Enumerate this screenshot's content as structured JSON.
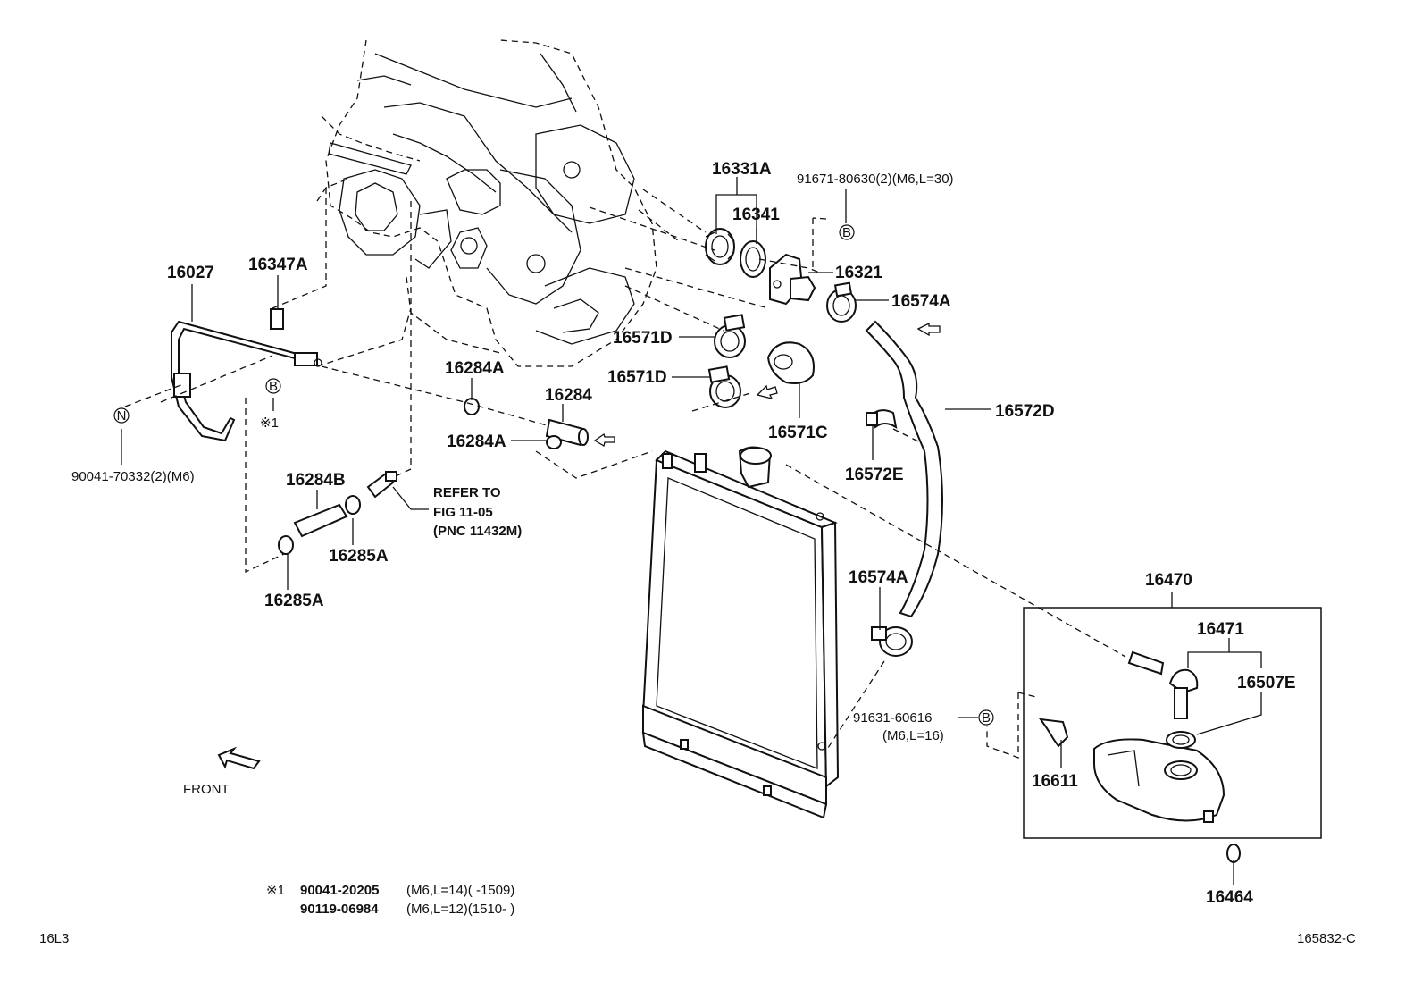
{
  "labels": {
    "p16331A": "16331A",
    "p16341": "16341",
    "p91671": "91671-80630(2)(M6,L=30)",
    "p16321": "16321",
    "p16574A_top": "16574A",
    "p16571D_a": "16571D",
    "p16571D_b": "16571D",
    "p16571C": "16571C",
    "p16572D": "16572D",
    "p16572E": "16572E",
    "p16574A_mid": "16574A",
    "p16470": "16470",
    "p16471": "16471",
    "p16507E": "16507E",
    "p91631_a": "91631-60616",
    "p91631_b": "(M6,L=16)",
    "p16611": "16611",
    "p16464": "16464",
    "p16027": "16027",
    "p16347A": "16347A",
    "p90041": "90041-70332(2)(M6)",
    "p_note1": "※1",
    "p16284A_a": "16284A",
    "p16284": "16284",
    "p16284A_b": "16284A",
    "p16284B": "16284B",
    "p16285A_a": "16285A",
    "p16285A_b": "16285A",
    "refer1": "REFER TO",
    "refer2": "FIG 11-05",
    "refer3": "(PNC 11432M)",
    "front": "FRONT",
    "foot1_mark": "※1",
    "foot1_pn": "90041-20205",
    "foot1_spec": "(M6,L=14)(      -1509)",
    "foot2_pn": "90119-06984",
    "foot2_spec": "(M6,L=12)(1510-      )",
    "code_left": "16L3",
    "code_right": "165832-C"
  },
  "markers": {
    "B": "B",
    "N": "N"
  }
}
